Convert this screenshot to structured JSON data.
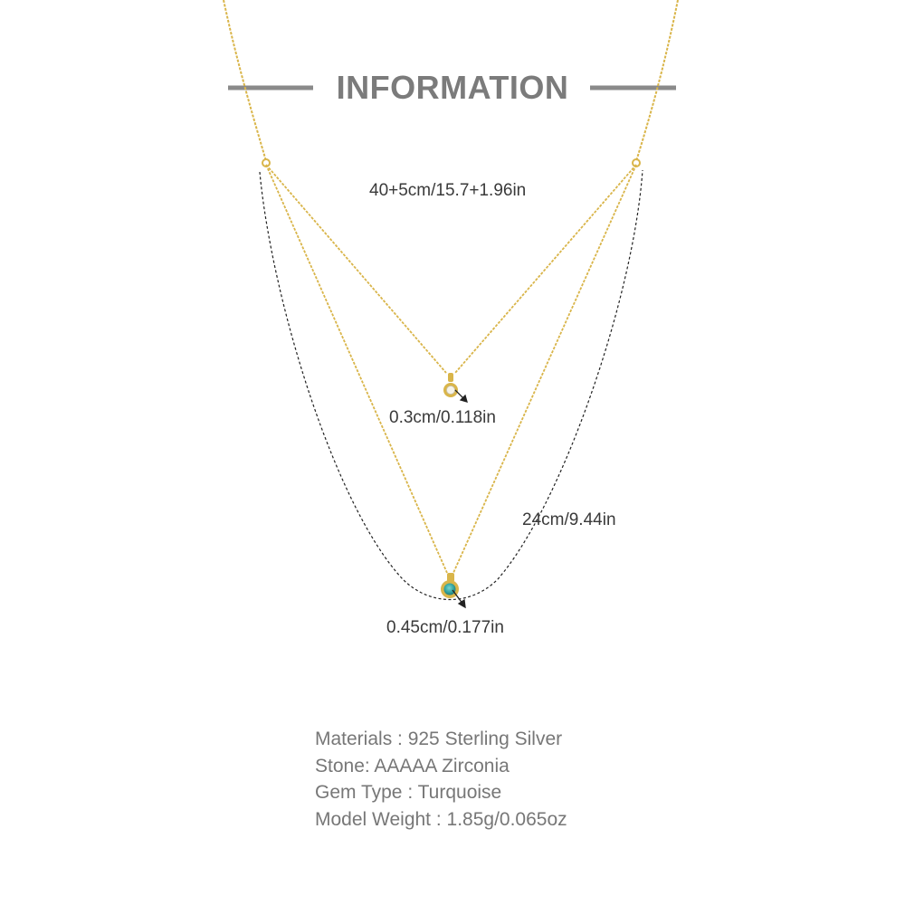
{
  "title": "INFORMATION",
  "dimensions": {
    "chain_length": "40+5cm/15.7+1.96in",
    "small_stone": "0.3cm/0.118in",
    "drop_length": "24cm/9.44in",
    "large_stone": "0.45cm/0.177in"
  },
  "specs": [
    "Materials : 925 Sterling Silver",
    "Stone: AAAAA Zirconia",
    "Gem Type : Turquoise",
    "Model Weight : 1.85g/0.065oz"
  ],
  "colors": {
    "chain_gold": "#d9b54a",
    "heading_gray": "#7b7b7b",
    "turquoise": "#35a7a3",
    "background": "#ffffff"
  }
}
